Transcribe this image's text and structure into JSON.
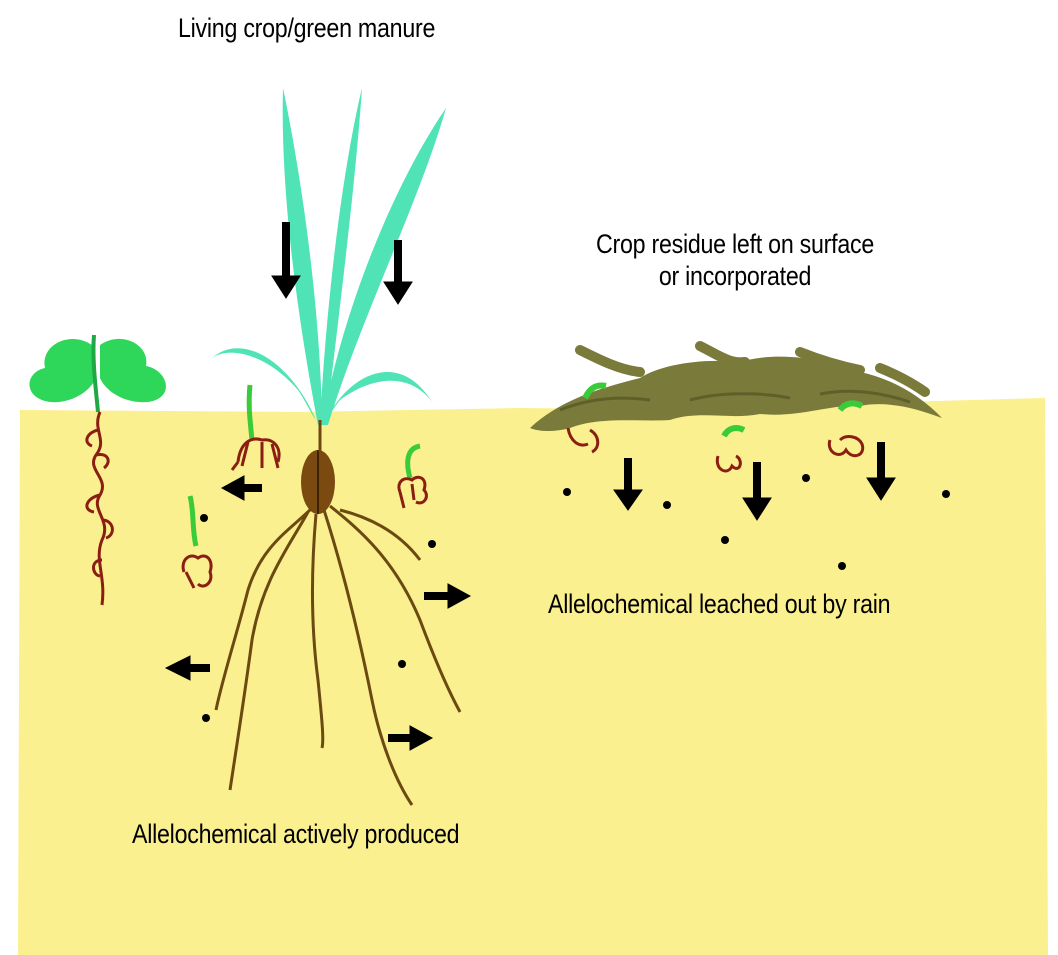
{
  "labels": {
    "living_crop": "Living crop/green manure",
    "residue_line1": "Crop residue left on surface",
    "residue_line2": "or incorporated",
    "leached": "Allelochemical leached out by rain",
    "produced": "Allelochemical actively produced"
  },
  "colors": {
    "soil": "#fbf08f",
    "crop_leaf": "#4fe3b6",
    "weed_leaf": "#2ed65a",
    "seedling": "#3acb3a",
    "seed": "#7a4a10",
    "root_brown": "#6b4a12",
    "weed_root": "#8b1e12",
    "residue": "#7a7a3a",
    "arrow": "#000000"
  }
}
